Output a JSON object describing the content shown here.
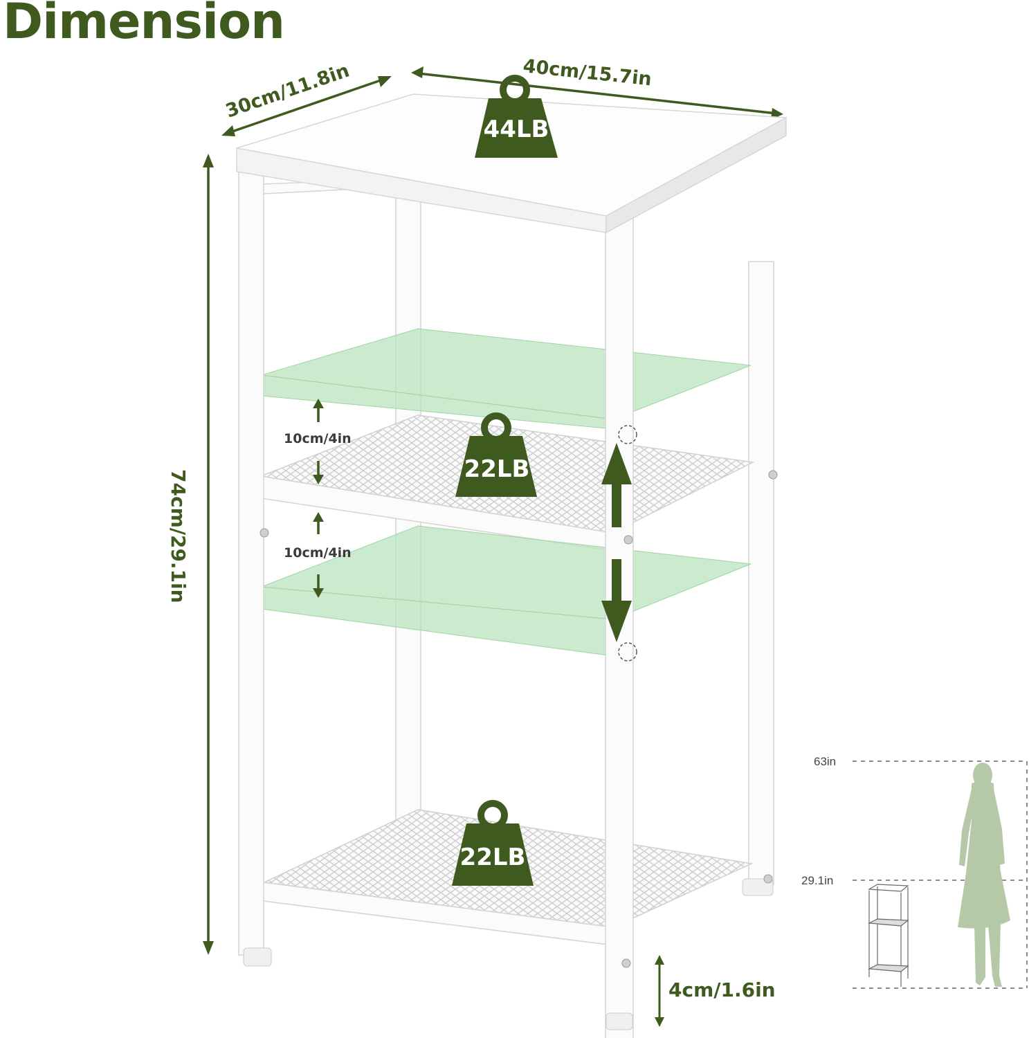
{
  "title": "Dimension",
  "dimensions": {
    "depth": "30cm/11.8in",
    "width": "40cm/15.7in",
    "height": "74cm/29.1in",
    "shelf_gap_upper": "10cm/4in",
    "shelf_gap_lower": "10cm/4in",
    "leg_clearance": "4cm/1.6in"
  },
  "capacities": {
    "top": "44LB",
    "middle": "22LB",
    "bottom": "22LB"
  },
  "scale_comparison": {
    "person_height": "63in",
    "shelf_height": "29.1in"
  },
  "colors": {
    "accent": "#3f5a1e",
    "ghost_shelf": "#b9e3bd",
    "silhouette": "#b5c9a8"
  }
}
